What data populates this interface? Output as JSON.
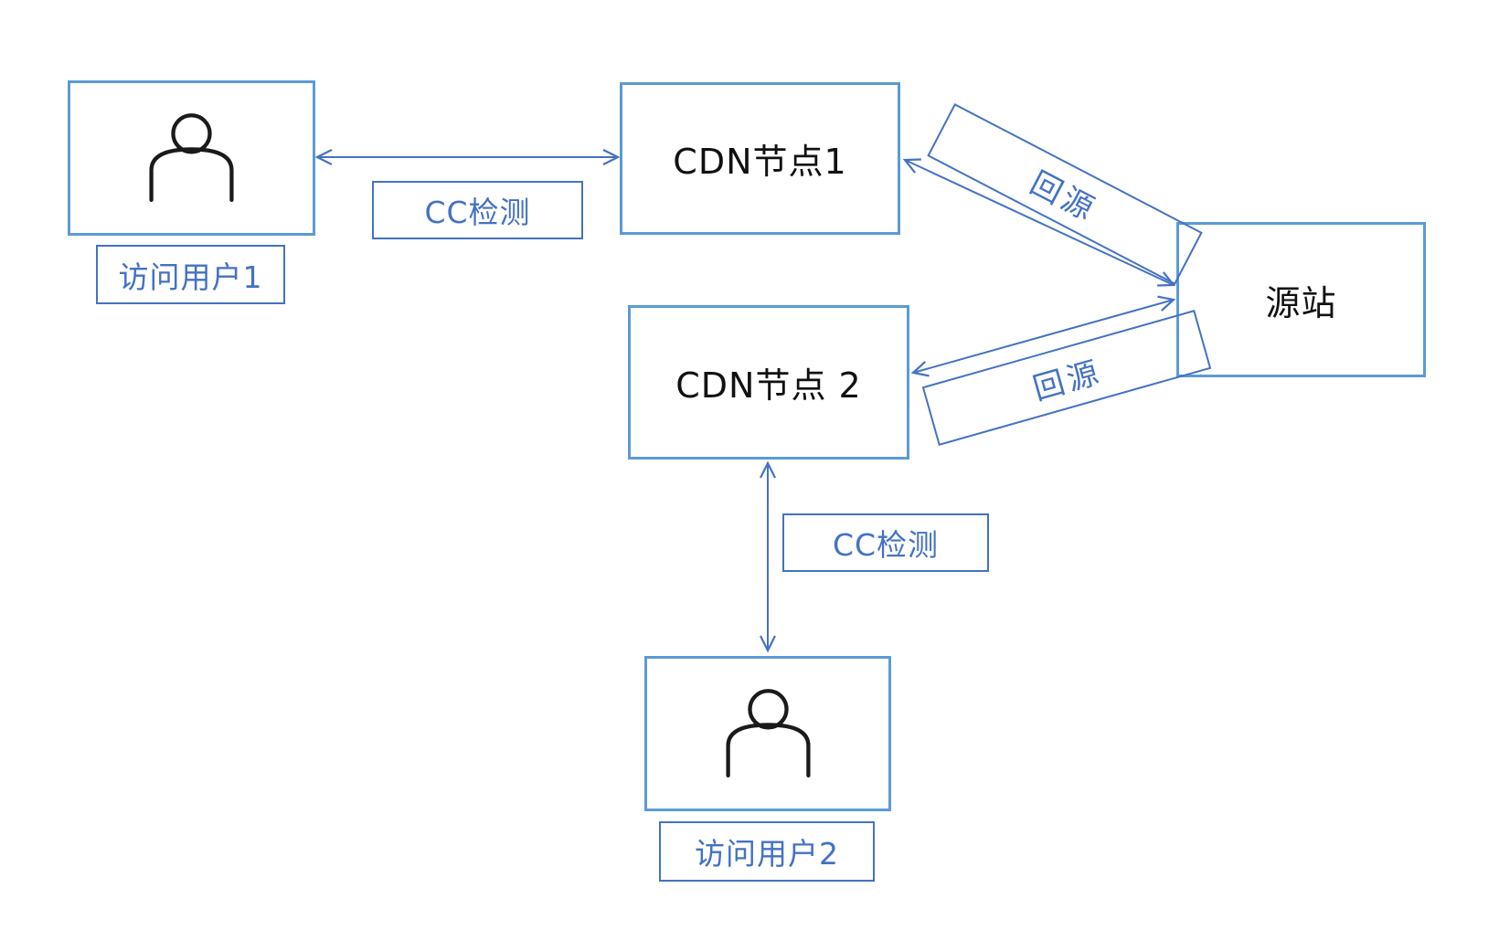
{
  "colors": {
    "node_border": "#5B9BD5",
    "accent_blue": "#4472C4",
    "node_text": "#111111",
    "person_icon": "#1a1a1a",
    "background": "#ffffff"
  },
  "nodes": {
    "user1": {
      "label": "访问用户1",
      "icon": "person-icon"
    },
    "cdn1": {
      "label": "CDN节点1"
    },
    "cdn2": {
      "label": "CDN节点 2"
    },
    "origin": {
      "label": "源站"
    },
    "user2": {
      "label": "访问用户2",
      "icon": "person-icon"
    }
  },
  "edges": {
    "cc_check_1": {
      "label": "CC检测",
      "from": "user1",
      "to": "cdn1",
      "style": "double-arrow"
    },
    "cc_check_2": {
      "label": "CC检测",
      "from": "user2",
      "to": "cdn2",
      "style": "double-arrow"
    },
    "back_origin_1": {
      "label": "回源",
      "from": "cdn1",
      "to": "origin",
      "style": "double-arrow-banner"
    },
    "back_origin_2": {
      "label": "回源",
      "from": "cdn2",
      "to": "origin",
      "style": "double-arrow-banner"
    }
  }
}
